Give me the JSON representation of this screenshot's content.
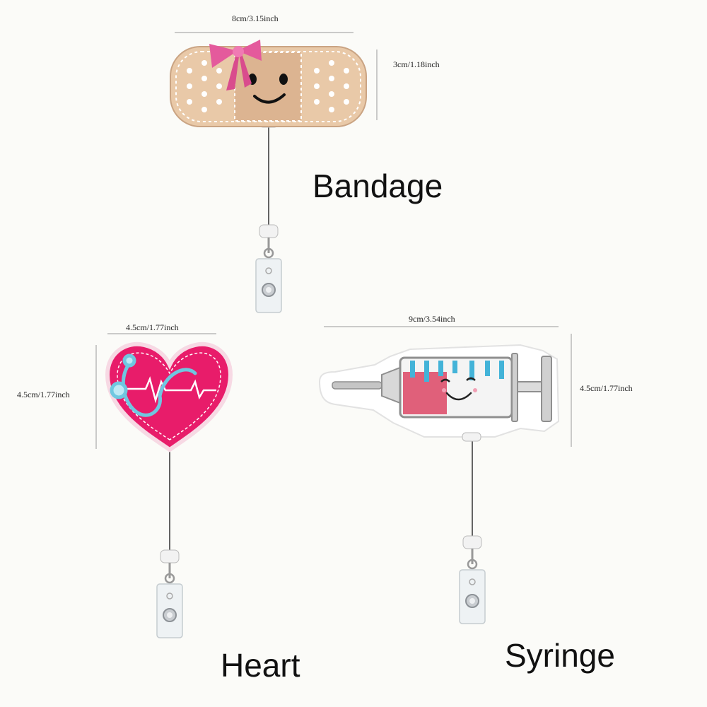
{
  "products": [
    {
      "name": "Bandage",
      "width_label": "8cm/3.15inch",
      "height_label": "3cm/1.18inch"
    },
    {
      "name": "Heart",
      "width_label": "4.5cm/1.77inch",
      "height_label": "4.5cm/1.77inch"
    },
    {
      "name": "Syringe",
      "width_label": "9cm/3.54inch",
      "height_label": "4.5cm/1.77inch"
    }
  ],
  "colors": {
    "bandage": "#e9c9a8",
    "bow": "#e45a9c",
    "heart": "#e81c6a",
    "syringe_fill": "#e0607a",
    "syringe_blue": "#43b3d8",
    "stethoscope": "#6fc7e0"
  }
}
